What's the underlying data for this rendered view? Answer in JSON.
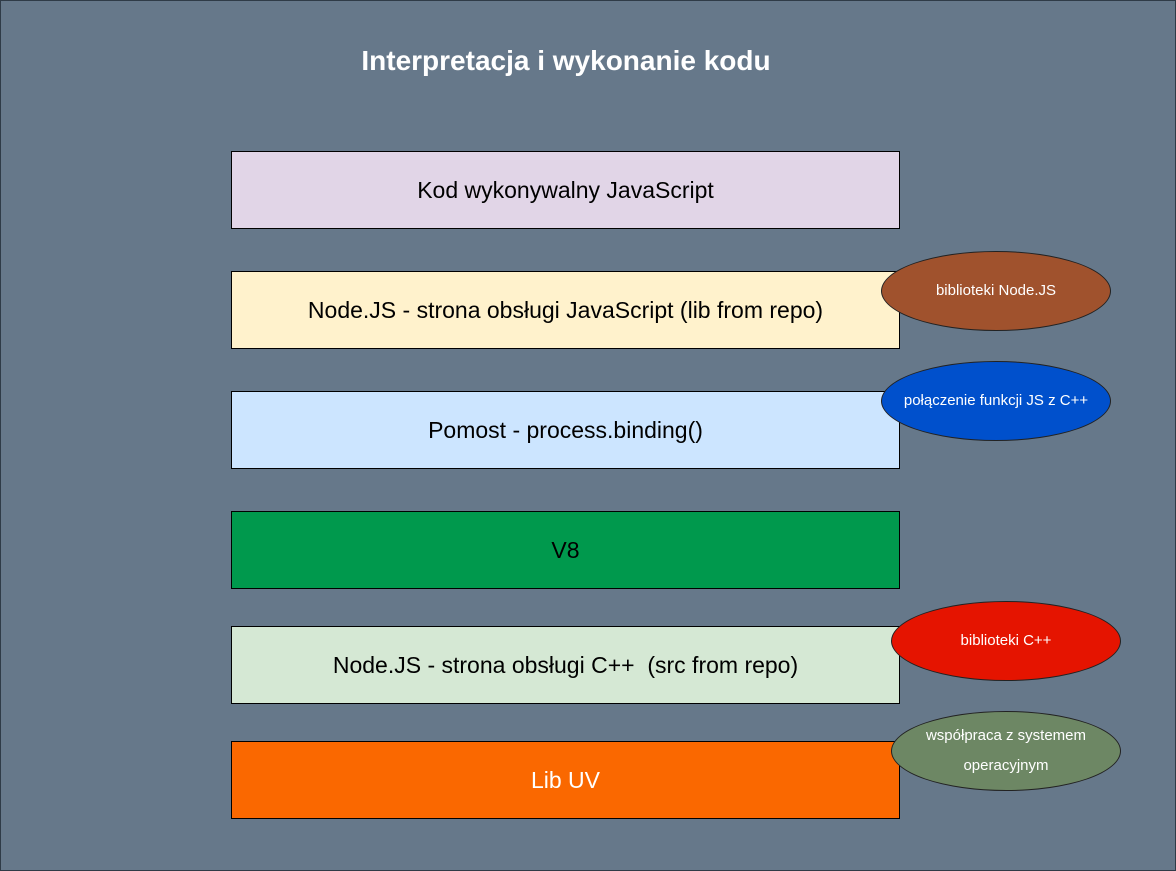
{
  "title": "Interpretacja i wykonanie kodu",
  "layers": [
    {
      "label": "Kod wykonywalny JavaScript",
      "color": "#e1d5e7"
    },
    {
      "label": "Node.JS - strona obsługi JavaScript (lib from repo)",
      "color": "#fff2cc"
    },
    {
      "label": "Pomost - process.binding()",
      "color": "#cce5ff"
    },
    {
      "label": "V8",
      "color": "#00994d"
    },
    {
      "label": "Node.JS - strona obsługi C++  (src from repo)",
      "color": "#d5e8d4"
    },
    {
      "label": "Lib UV",
      "color": "#fa6800"
    }
  ],
  "notes": [
    {
      "label": "biblioteki Node.JS",
      "color": "#a0522d"
    },
    {
      "label": "połączenie funkcji JS z C++",
      "color": "#0050cc"
    },
    {
      "label": "biblioteki C++",
      "color": "#e51400"
    },
    {
      "label": "współpraca z systemem operacyjnym",
      "color": "#6d8764"
    }
  ]
}
